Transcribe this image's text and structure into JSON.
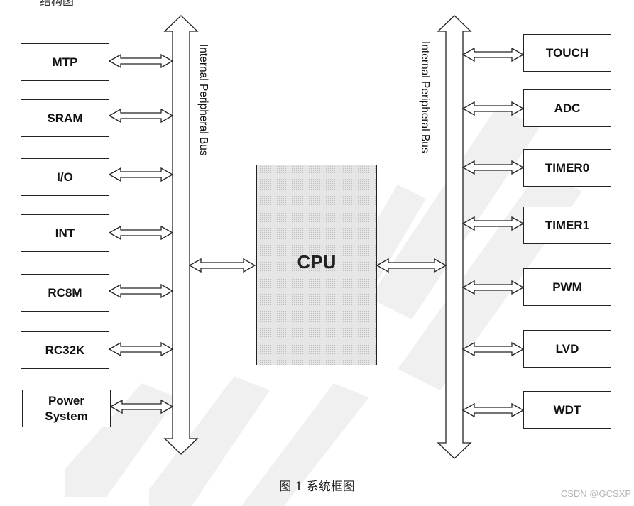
{
  "diagram": {
    "header_fragment": "结构图",
    "cpu_label": "CPU",
    "left_bus_label": "Internal Peripheral Bus",
    "right_bus_label": "Internal Peripheral Bus",
    "left_blocks": [
      "MTP",
      "SRAM",
      "I/O",
      "INT",
      "RC8M",
      "RC32K",
      "Power\nSystem"
    ],
    "right_blocks": [
      "TOUCH",
      "ADC",
      "TIMER0",
      "TIMER1",
      "PWM",
      "LVD",
      "WDT"
    ],
    "caption": "图  1 系统框图",
    "credit": "CSDN @GCSXP"
  },
  "colors": {
    "line": "#222222",
    "cpu_fill": "#e6e6e6",
    "watermark": "#f0f0f0"
  }
}
